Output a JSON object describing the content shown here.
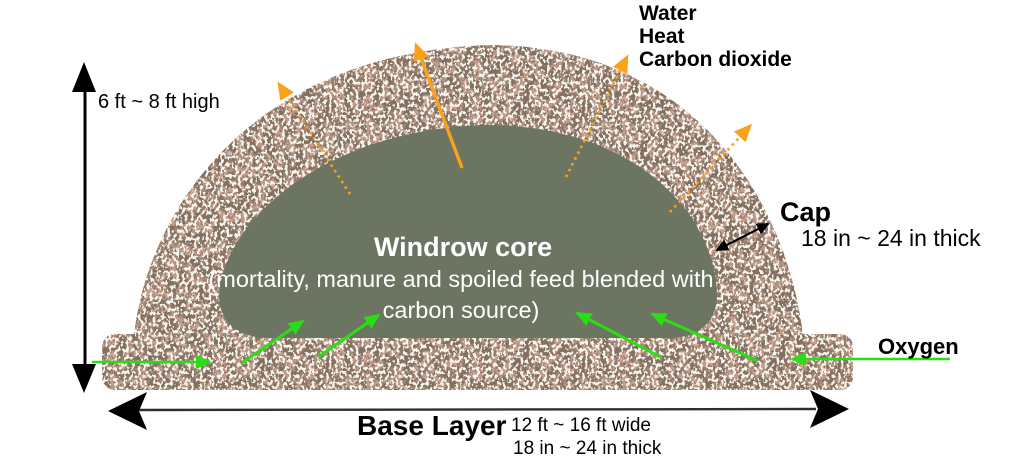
{
  "emissions": {
    "labels": [
      "Water",
      "Heat",
      "Carbon dioxide"
    ]
  },
  "dimensions": {
    "height": "6 ft ~ 8 ft high",
    "base_width": "12 ft ~ 16 ft wide",
    "base_thickness": "18 in ~ 24 in thick",
    "cap_thickness": "18 in ~ 24 in thick"
  },
  "core": {
    "title": "Windrow core",
    "description_lines": [
      "(mortality, manure and spoiled feed blended with",
      "carbon source)"
    ]
  },
  "cap": {
    "label": "Cap"
  },
  "base": {
    "label": "Base Layer"
  },
  "oxygen": {
    "label": "Oxygen"
  },
  "colors": {
    "core_fill": "#6c7462",
    "core_text": "#ffffff",
    "emission_arrow_orange": "#f9a11b",
    "oxygen_arrow_green": "#2bdd15",
    "dimension_arrow_black": "#000000",
    "mulch_brown": "#84705f",
    "label_text": "#000000"
  }
}
